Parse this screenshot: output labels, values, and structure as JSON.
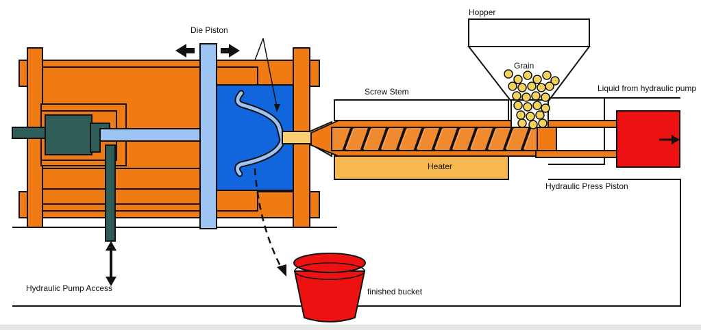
{
  "labels": {
    "die_piston": "Die Piston",
    "hopper": "Hopper",
    "grain": "Grain",
    "screw_stem": "Screw Stem",
    "heater": "Heater",
    "liquid_from_pump": "Liquid from hydraulic pump",
    "hydraulic_press_piston": "Hydraulic Press Piston",
    "hydraulic_pump_access": "Hydraulic Pump Access",
    "finished_bucket": "finished bucket"
  },
  "colors": {
    "frame_orange": "#f07a14",
    "light_orange": "#f8b850",
    "mold_blue": "#1166dd",
    "piston_blue": "#9ec4f4",
    "dark_teal": "#2f5e58",
    "red": "#ee1111",
    "grain_yellow": "#f2d45c",
    "outline": "#111111"
  }
}
